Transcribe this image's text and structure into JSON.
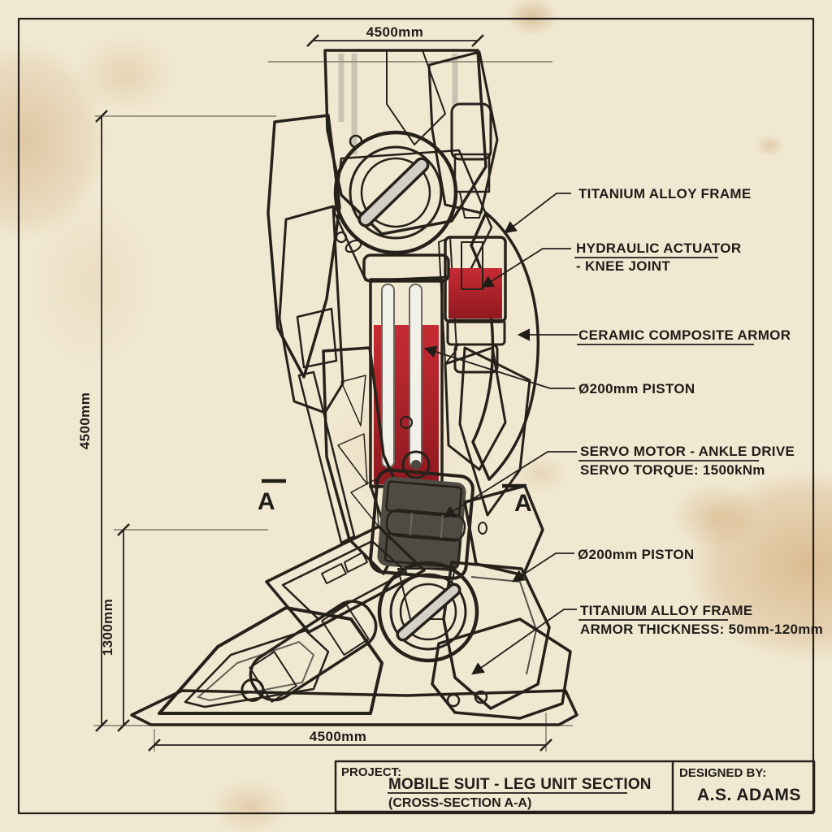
{
  "drawing": {
    "subject": "mobile suit leg unit cross-section sketch",
    "style": "hand-drawn blueprint on stained paper"
  },
  "dimensions": {
    "top_width": "4500mm",
    "left_height": "4500mm",
    "ankle_height": "1300mm",
    "bottom_width": "4500mm"
  },
  "annotations": {
    "titanium_top": "TITANIUM ALLOY FRAME",
    "hydraulic_1": "HYDRAULIC ACTUATOR",
    "hydraulic_2": "- KNEE JOINT",
    "ceramic": "CERAMIC COMPOSITE ARMOR",
    "piston_upper": "Ø200mm PISTON",
    "servo_1": "SERVO MOTOR - ANKLE DRIVE",
    "servo_2": "SERVO TORQUE: 1500kNm",
    "piston_lower": "Ø200mm PISTON",
    "titanium_lower_1": "TITANIUM ALLOY FRAME",
    "titanium_lower_2": "ARMOR THICKNESS: 50mm-120mm"
  },
  "section_markers": {
    "left": "A",
    "right": "A"
  },
  "title_block": {
    "project_label": "PROJECT:",
    "project_title": "MOBILE SUIT - LEG UNIT SECTION",
    "project_subtitle": "(CROSS-SECTION A-A)",
    "designed_by_label": "DESIGNED BY:",
    "designer_name": "A.S. ADAMS"
  },
  "colors": {
    "paper": "#f1e8d2",
    "stain": "#c89a5f",
    "ink": "#26221b",
    "armor_green": "#8a9870",
    "armor_green_dark": "#6e7c57",
    "armor_gray": "#bdbbb0",
    "armor_gray_light": "#d8d6ca",
    "hydraulic_red": "#bf2630",
    "copper_coil": "#a8572b"
  }
}
